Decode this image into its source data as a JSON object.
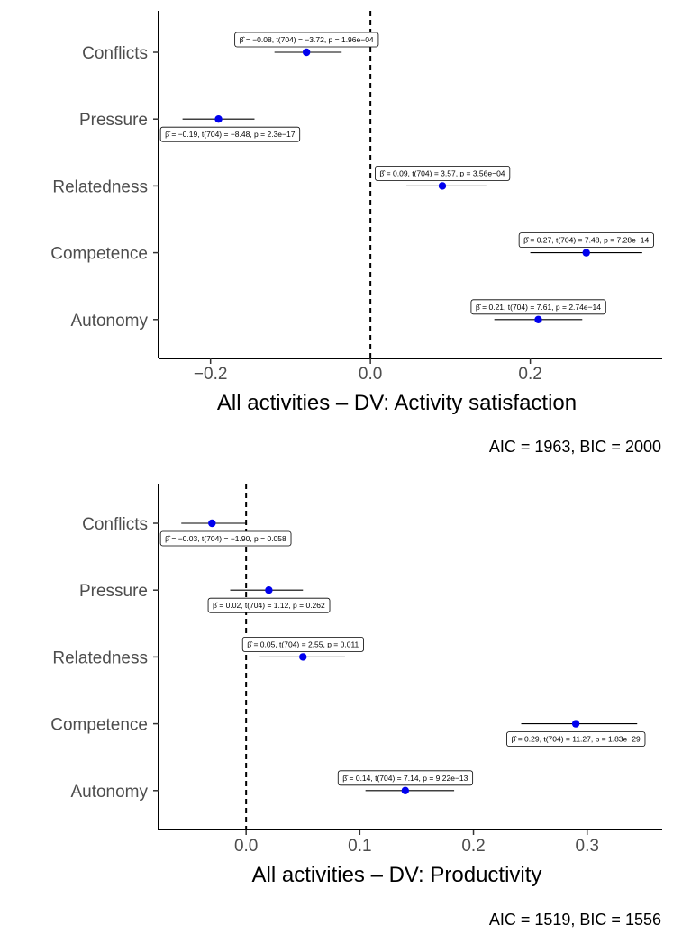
{
  "chart_data": [
    {
      "type": "scatter",
      "subtype": "coefficient-plot",
      "xlabel": "All activities – DV: Activity satisfaction",
      "fit_stats": "AIC = 1963, BIC = 2000",
      "categories": [
        "Conflicts",
        "Pressure",
        "Relatedness",
        "Competence",
        "Autonomy"
      ],
      "estimates": [
        -0.08,
        -0.19,
        0.09,
        0.27,
        0.21
      ],
      "ci_low": [
        -0.12,
        -0.235,
        0.045,
        0.2,
        0.155
      ],
      "ci_high": [
        -0.036,
        -0.145,
        0.145,
        0.34,
        0.265
      ],
      "annotations": [
        "β̂ = −0.08,  t(704) = −3.72,  p = 1.96e−04",
        "β̂ = −0.19,  t(704) = −8.48,  p = 2.3e−17",
        "β̂ = 0.09,  t(704) = 3.57,  p = 3.56e−04",
        "β̂ = 0.27,  t(704) = 7.48,  p = 7.28e−14",
        "β̂ = 0.21,  t(704) = 7.61,  p = 2.74e−14"
      ],
      "annotation_side": [
        "above",
        "below",
        "above",
        "above",
        "above"
      ],
      "xlim": [
        -0.265,
        0.365
      ],
      "xticks": [
        -0.2,
        0.0,
        0.2
      ],
      "xtick_labels": [
        "−0.2",
        "0.0",
        "0.2"
      ],
      "reference_line": 0,
      "grid": false,
      "point_color": "#0000ee"
    },
    {
      "type": "scatter",
      "subtype": "coefficient-plot",
      "xlabel": "All activities – DV: Productivity",
      "fit_stats": "AIC = 1519, BIC = 1556",
      "categories": [
        "Conflicts",
        "Pressure",
        "Relatedness",
        "Competence",
        "Autonomy"
      ],
      "estimates": [
        -0.03,
        0.02,
        0.05,
        0.29,
        0.14
      ],
      "ci_low": [
        -0.057,
        -0.014,
        0.012,
        0.242,
        0.105
      ],
      "ci_high": [
        0.0,
        0.05,
        0.087,
        0.344,
        0.183
      ],
      "annotations": [
        "β̂ = −0.03,  t(704) = −1.90,  p = 0.058",
        "β̂ = 0.02,  t(704) = 1.12,  p = 0.262",
        "β̂ = 0.05,  t(704) = 2.55,  p = 0.011",
        "β̂ = 0.29,  t(704) = 11.27,  p = 1.83e−29",
        "β̂ = 0.14,  t(704) = 7.14,  p = 9.22e−13"
      ],
      "annotation_side": [
        "below",
        "below",
        "above",
        "below",
        "above"
      ],
      "xlim": [
        -0.077,
        0.366
      ],
      "xticks": [
        0.0,
        0.1,
        0.2,
        0.3
      ],
      "xtick_labels": [
        "0.0",
        "0.1",
        "0.2",
        "0.3"
      ],
      "reference_line": 0,
      "grid": false,
      "point_color": "#0000ee"
    }
  ]
}
